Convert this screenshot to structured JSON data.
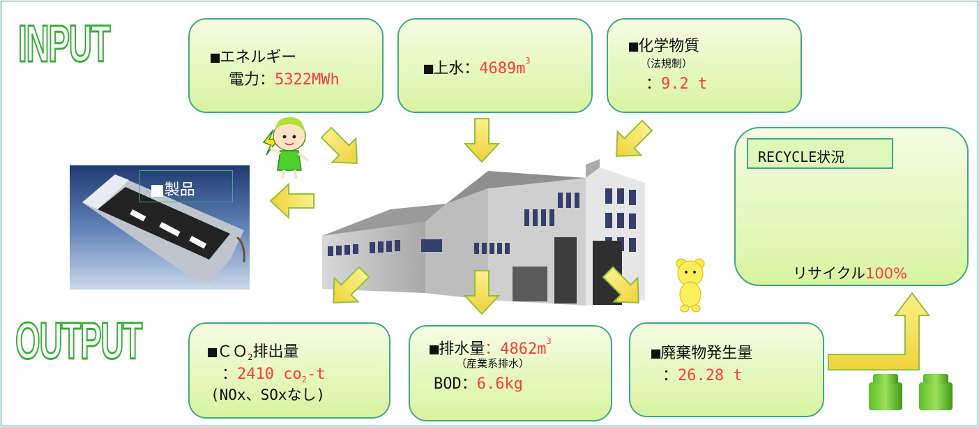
{
  "headings": {
    "input": "INPUT",
    "output": "OUTPUT"
  },
  "energy": {
    "title": "■エネルギー",
    "label": "電力：",
    "value": "5322MWh"
  },
  "water": {
    "label": "■上水：",
    "value": "4689m",
    "unit_sup": "3"
  },
  "chemical": {
    "title": "■化学物質",
    "note": "（法規制）",
    "value_prefix": "：",
    "value": "9.2 t"
  },
  "product": {
    "label": "■製品"
  },
  "recycle": {
    "title": "RECYCLE状況",
    "label": "リサイクル",
    "value": "100%"
  },
  "co2": {
    "title_main": "■ＣＯ",
    "title_sub": "2",
    "title_rest": "排出量",
    "value_prefix": "：",
    "value_a": "2410 co",
    "value_sub": "2",
    "value_b": "-t",
    "note": "(NOx、SOxなし)"
  },
  "wastewater": {
    "title": "■排水量",
    "value_prefix": "：",
    "value": "4862m",
    "unit_sup": "3",
    "note": "（産業系排水）",
    "bod_label": "BOD：",
    "bod_value": "6.6kg"
  },
  "waste": {
    "title": "■廃棄物発生量",
    "value_prefix": "：",
    "value": "26.28 t"
  },
  "colors": {
    "accent_green": "#33b033",
    "box_border": "#3daa84",
    "value_red": "#ff3b3b",
    "arrow_fill": "#f5e14a",
    "arrow_stroke": "#8fc23c"
  }
}
